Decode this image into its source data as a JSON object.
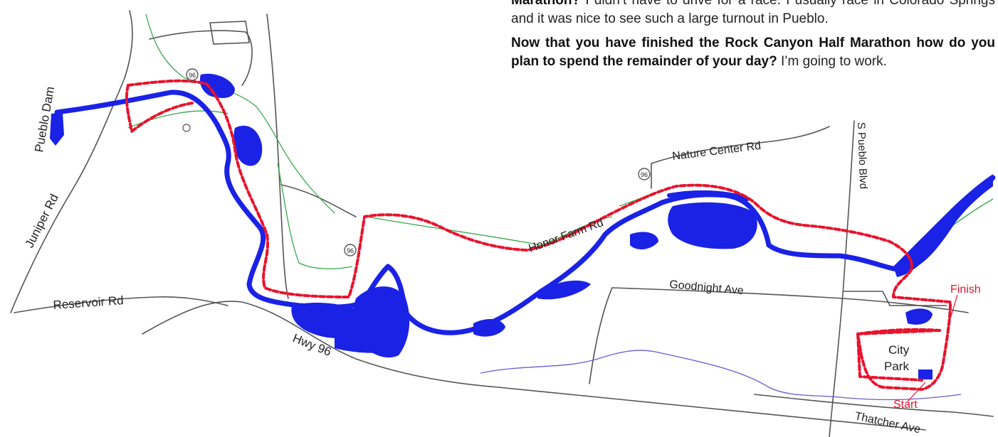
{
  "article": {
    "para1": {
      "question": "Marathon?",
      "answer": " I didn’t have to drive for a race. I usually race in Colorado Springs and it was nice to see such a large turnout in Pueblo."
    },
    "para2": {
      "question": "Now that you have finished the Rock Canyon Half Marathon how do you plan to spend the remainder of your day?",
      "answer": " I’m going to work."
    }
  },
  "map": {
    "labels": {
      "pueblo_dam": "Pueblo Dam",
      "juniper_rd": "Juniper Rd",
      "reservoir_rd": "Reservoir Rd",
      "hwy_96": "Hwy 96",
      "nature_center_rd": "Nature Center Rd",
      "honor_farm_rd": "Honor Farm Rd",
      "goodnight_ave": "Goodnight Ave",
      "s_pueblo_blvd": "S Pueblo Blvd",
      "finish": "Finish",
      "start": "Start",
      "city": "City",
      "park": "Park",
      "thatcher_ave": "Thatcher Ave"
    },
    "markers": {
      "route_96": "96"
    },
    "colors": {
      "river": "#1a22e6",
      "route": "#e8132c",
      "road": "#555555",
      "trail": "#3aa84a",
      "creek": "#6a5ad6",
      "text": "#222222"
    }
  }
}
